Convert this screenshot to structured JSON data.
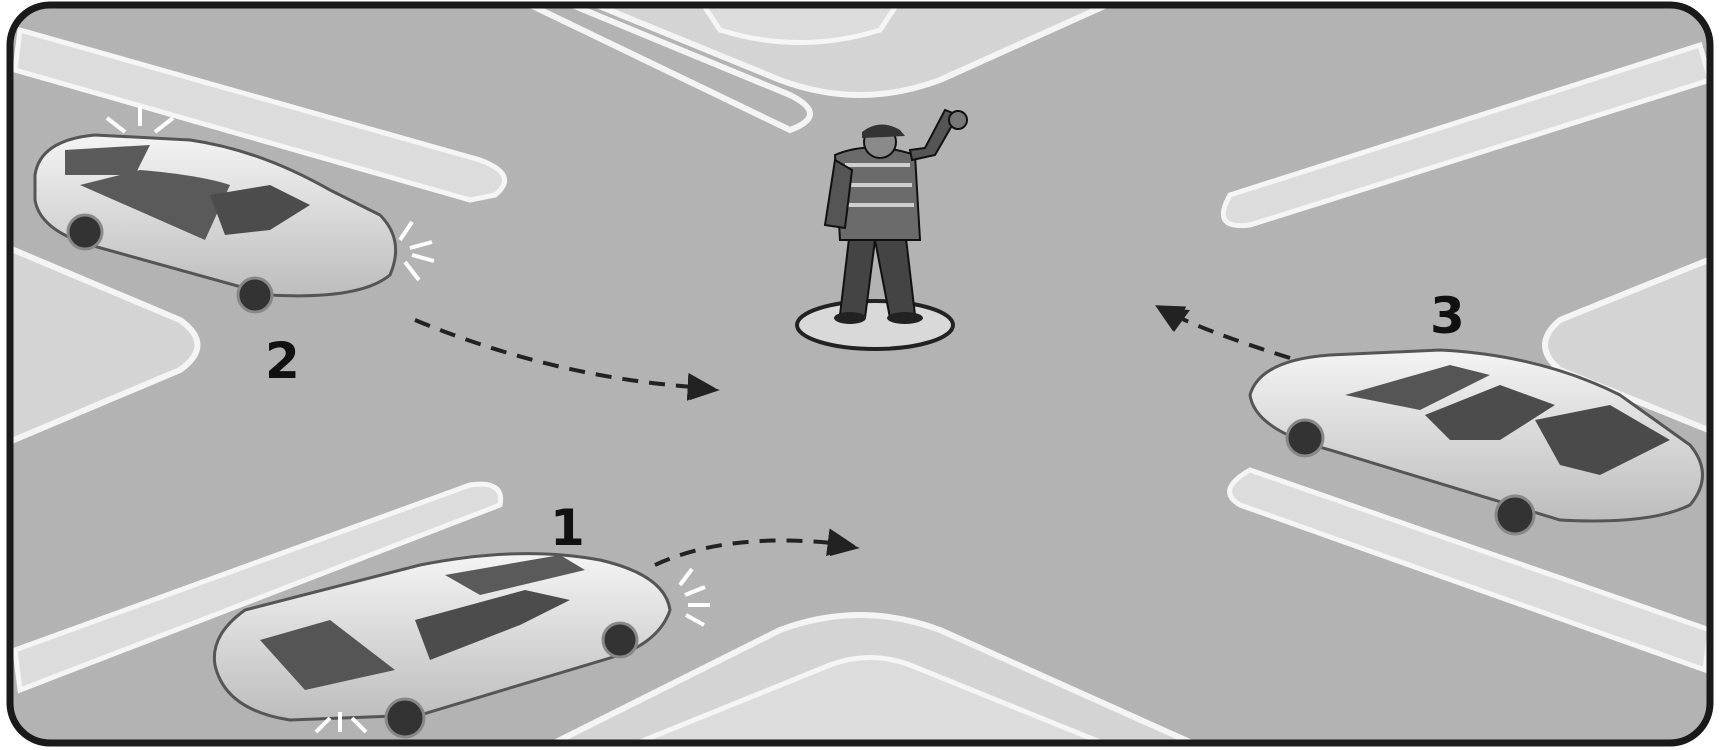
{
  "labels": {
    "car1": "1",
    "car2": "2",
    "car3": "3"
  },
  "colors": {
    "road": "#b3b3b3",
    "sidewalk": "#d9d9d9",
    "curb": "#f2f2f2",
    "frame": "#1a1a1a",
    "car_body": "#d6d6d6",
    "car_glass": "#5a5a5a",
    "arrow": "#222222"
  },
  "icons": {
    "traffic_officer": "traffic-officer-icon",
    "car": "car-icon",
    "turn_signal": "turn-signal-flash-icon"
  }
}
